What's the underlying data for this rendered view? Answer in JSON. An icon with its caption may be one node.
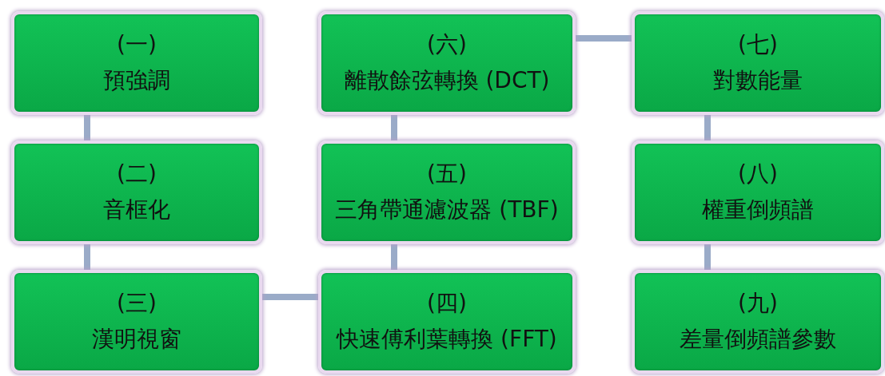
{
  "diagram": {
    "nodes": [
      {
        "text": [
          "(一)",
          "預強調"
        ]
      },
      {
        "text": [
          "(二)",
          "音框化"
        ]
      },
      {
        "text": [
          "(三)",
          "漢明視窗"
        ]
      },
      {
        "text": [
          "(四)",
          "快速傅利葉轉換 (FFT)"
        ]
      },
      {
        "text": [
          "(五)",
          "三角帶通濾波器 (TBF)"
        ]
      },
      {
        "text": [
          "(六)",
          "離散餘弦轉換 (DCT)"
        ]
      },
      {
        "text": [
          "(七)",
          "對數能量"
        ]
      },
      {
        "text": [
          "(八)",
          "權重倒頻譜"
        ]
      },
      {
        "text": [
          "(九)",
          "差量倒頻譜參數"
        ]
      }
    ],
    "edges": [
      {
        "from": 0,
        "to": 1,
        "arrow": "none"
      },
      {
        "from": 1,
        "to": 2,
        "arrow": "none"
      },
      {
        "from": 2,
        "to": 3,
        "arrow": "none"
      },
      {
        "from": 3,
        "to": 4,
        "arrow": "none"
      },
      {
        "from": 4,
        "to": 5,
        "arrow": "none"
      },
      {
        "from": 5,
        "to": 6,
        "arrow": "none"
      },
      {
        "from": 6,
        "to": 7,
        "arrow": "none"
      },
      {
        "from": 7,
        "to": 8,
        "arrow": "none"
      }
    ]
  }
}
